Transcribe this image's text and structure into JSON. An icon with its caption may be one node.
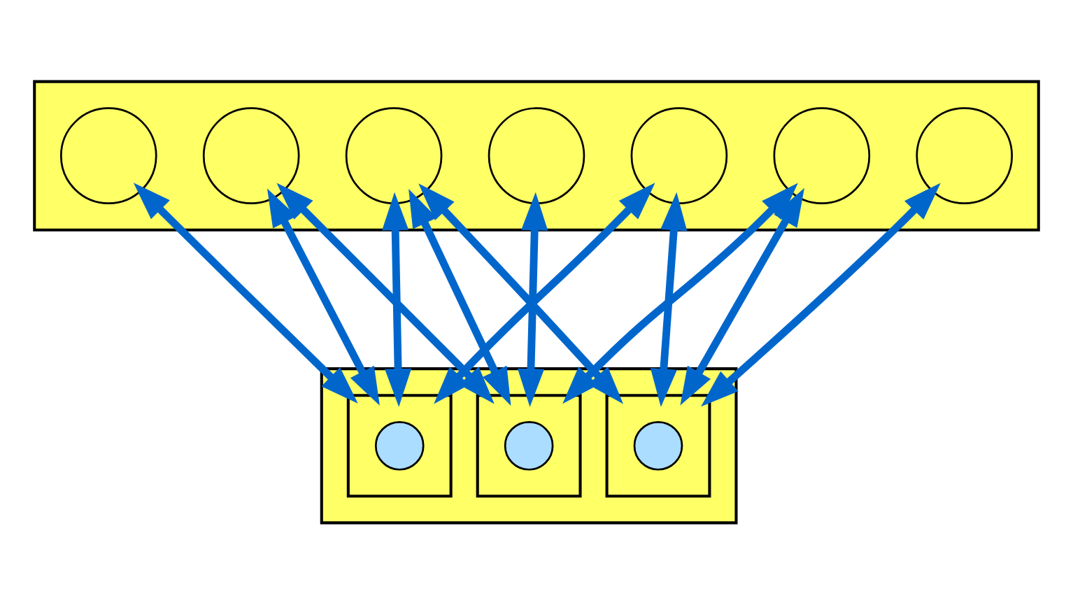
{
  "diagram": {
    "nodes": [
      {
        "text": [],
        "shape": "box"
      },
      {
        "text": [],
        "shape": "circle",
        "in": 0
      },
      {
        "text": [],
        "shape": "circle",
        "in": 0
      },
      {
        "text": [],
        "shape": "circle",
        "in": 0
      },
      {
        "text": [],
        "shape": "circle",
        "in": 0
      },
      {
        "text": [],
        "shape": "circle",
        "in": 0
      },
      {
        "text": [],
        "shape": "circle",
        "in": 0
      },
      {
        "text": [],
        "shape": "circle",
        "in": 0
      },
      {
        "text": [],
        "shape": "box"
      },
      {
        "text": [],
        "shape": "box",
        "in": 8
      },
      {
        "text": [],
        "shape": "circle",
        "in": 9
      },
      {
        "text": [],
        "shape": "box",
        "in": 8
      },
      {
        "text": [],
        "shape": "circle",
        "in": 11
      },
      {
        "text": [],
        "shape": "box",
        "in": 8
      },
      {
        "text": [],
        "shape": "circle",
        "in": 13
      }
    ],
    "edges": [
      {
        "from": 1,
        "to": 9,
        "arrow": "both"
      },
      {
        "from": 2,
        "to": 9,
        "arrow": "both"
      },
      {
        "from": 2,
        "to": 11,
        "arrow": "both"
      },
      {
        "from": 3,
        "to": 9,
        "arrow": "both"
      },
      {
        "from": 3,
        "to": 13,
        "arrow": "both"
      },
      {
        "from": 4,
        "to": 11,
        "arrow": "both"
      },
      {
        "from": 5,
        "to": 9,
        "arrow": "both"
      },
      {
        "from": 5,
        "to": 11,
        "arrow": "both"
      },
      {
        "from": 5,
        "to": 13,
        "arrow": "both"
      },
      {
        "from": 6,
        "to": 11,
        "arrow": "both"
      },
      {
        "from": 6,
        "to": 13,
        "arrow": "both"
      },
      {
        "from": 7,
        "to": 13,
        "arrow": "both"
      }
    ]
  }
}
